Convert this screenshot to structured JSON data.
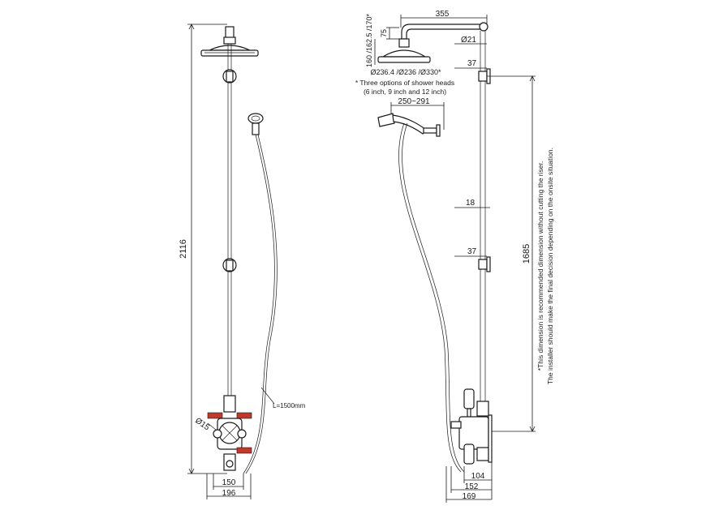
{
  "front_view": {
    "height_2116": "2116",
    "hose_length": "L=1500mm",
    "diameter_15": "Ø15",
    "width_150": "150",
    "width_196": "196"
  },
  "side_view": {
    "arm_355": "355",
    "drop_75": "75",
    "head_heights": "160 /162.5 /170*",
    "riser_d21": "Ø21",
    "bracket_37_top": "37",
    "head_diameters": "Ø236.4 /Ø236 /Ø330*",
    "note_line1": "* Three options of shower heads",
    "note_line2": "(6 inch, 9 inch and 12 inch)",
    "handset_250_291": "250~291",
    "gap_18": "18",
    "bracket_37_low": "37",
    "riser_1685": "1685",
    "rec_line1": "*This dimension is recommended dimension without cutting the riser.",
    "rec_line2": "The installer should make the final decision depending on the onsite situation.",
    "depth_104": "104",
    "depth_152": "152",
    "depth_169": "169"
  }
}
